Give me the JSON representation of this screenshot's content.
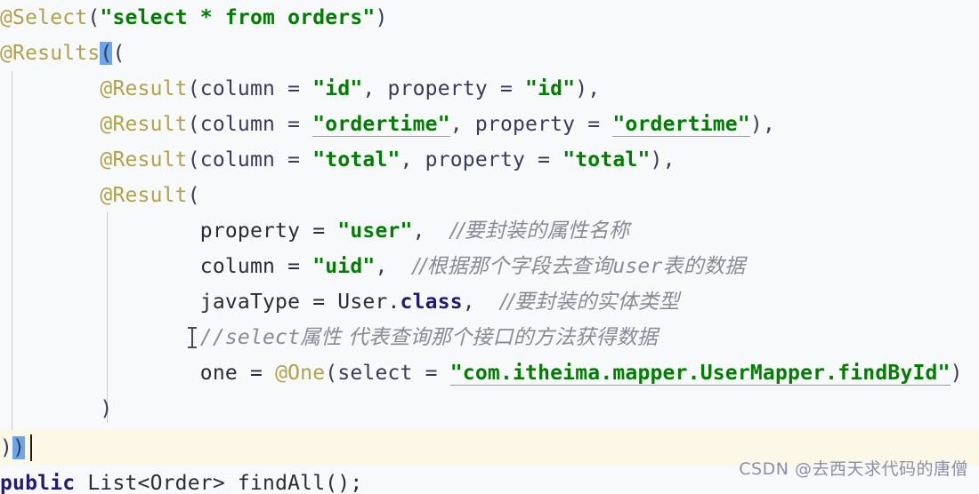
{
  "editor": {
    "language": "java",
    "background_color": "#f8f9fb",
    "current_line_color": "#fbf8e8",
    "selection_color": "#6aa6e8",
    "colors": {
      "annotation": "#b0a24a",
      "string": "#017d01",
      "comment": "#8a8a96",
      "keyword": "#231a75",
      "punctuation": "#3a3a5c",
      "indent_guide": "#c9ccd2",
      "caret": "#1a1a1a"
    }
  },
  "code": {
    "line1": {
      "annotation": "@Select",
      "open_paren": "(",
      "string": "\"select * from orders\"",
      "close_paren": ")"
    },
    "line2": {
      "annotation": "@Results",
      "paren_selected": "(",
      "paren_plain": "("
    },
    "line3": {
      "indent": "        ",
      "annotation": "@Result",
      "open": "(column = ",
      "col_value": "\"id\"",
      "mid": ", property = ",
      "prop_value": "\"id\"",
      "close": "),"
    },
    "line4": {
      "indent": "        ",
      "annotation": "@Result",
      "open": "(column = ",
      "col_value": "\"ordertime\"",
      "mid": ", property = ",
      "prop_value": "\"ordertime\"",
      "close": "),"
    },
    "line5": {
      "indent": "        ",
      "annotation": "@Result",
      "open": "(column = ",
      "col_value": "\"total\"",
      "mid": ", property = ",
      "prop_value": "\"total\"",
      "close": "),"
    },
    "line6": {
      "indent": "        ",
      "annotation": "@Result",
      "open": "("
    },
    "line7": {
      "indent": "                ",
      "key": "property = ",
      "value": "\"user\"",
      "comma": ",  ",
      "comment": "//要封装的属性名称"
    },
    "line8": {
      "indent": "                ",
      "key": "column = ",
      "value": "\"uid\"",
      "comma": ",  ",
      "comment_pre": "//根据那个字段去查询",
      "comment_mono": "user",
      "comment_post": "表的数据"
    },
    "line9": {
      "indent": "                ",
      "key": "javaType = ",
      "type": "User.",
      "keyword": "class",
      "comma": ",  ",
      "comment": "//要封装的实体类型"
    },
    "line10": {
      "indent": "                ",
      "comment_mono": "//select",
      "comment": "属性 代表查询那个接口的方法获得数据"
    },
    "line11": {
      "indent": "                ",
      "key": "one = ",
      "annotation": "@One",
      "open": "(select = ",
      "value": "\"com.itheima.mapper.UserMapper.findById\"",
      "close": ")"
    },
    "line12": {
      "indent": "        ",
      "close": ")"
    },
    "line13": {
      "close_brace": ")",
      "close_paren_selected": ")"
    },
    "line14": {
      "modifier": "public ",
      "return_type": "List<Order> ",
      "method": "findAll();"
    }
  },
  "watermark": {
    "text": "CSDN @去西天求代码的唐僧"
  }
}
